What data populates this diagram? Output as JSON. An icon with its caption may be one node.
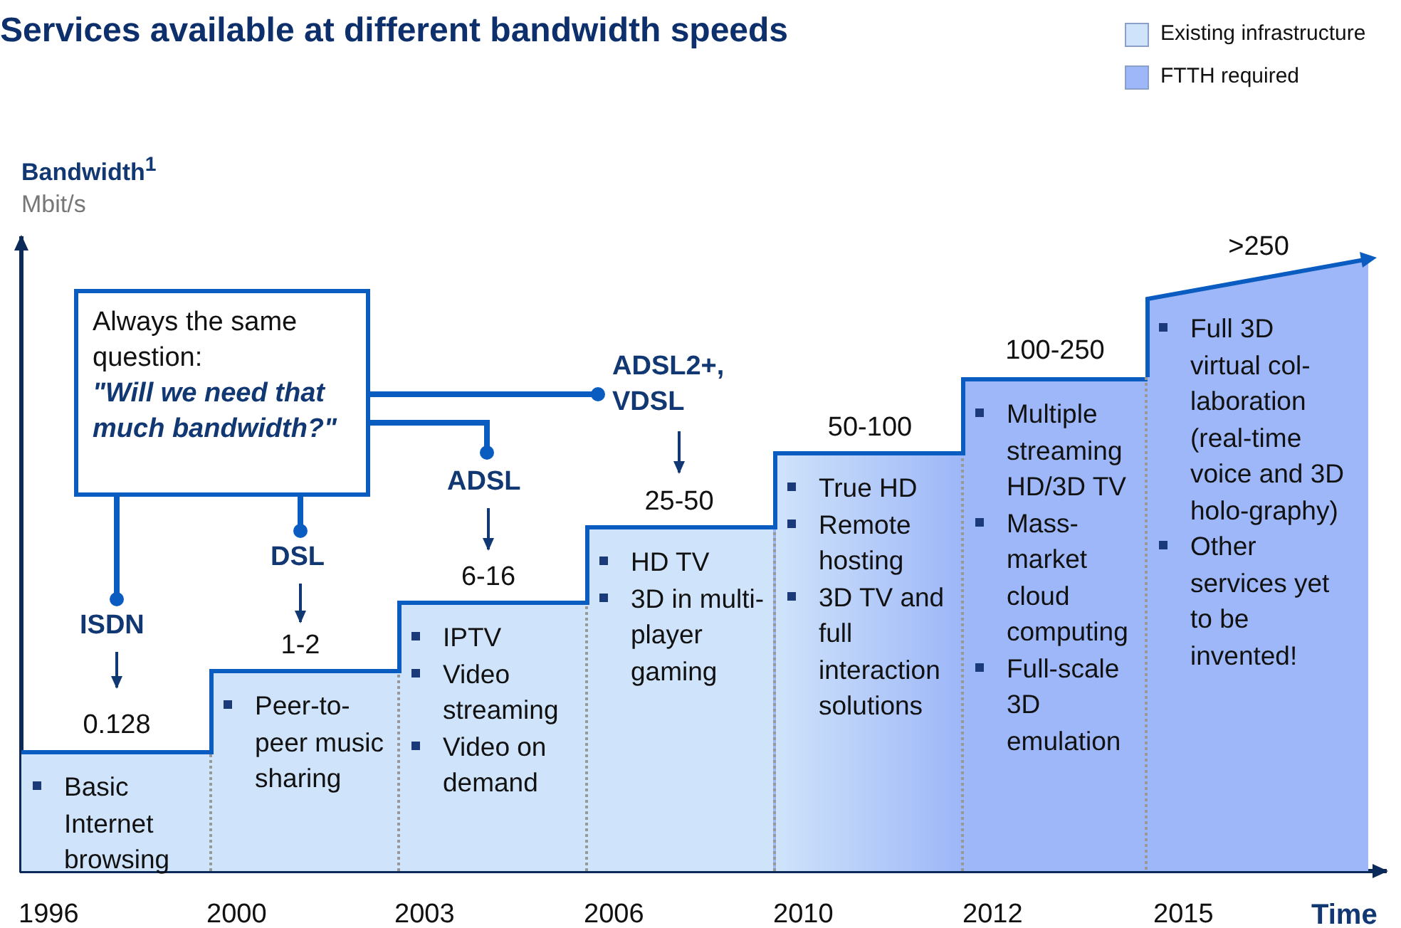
{
  "diagram": {
    "title": "Services available at different bandwidth speeds",
    "nodes": [
      {
        "text": [
          "Always the same question:",
          "\"Will we need that much bandwidth?\""
        ]
      },
      {
        "text": [
          "ISDN"
        ]
      },
      {
        "text": [
          "DSL"
        ]
      },
      {
        "text": [
          "ADSL"
        ]
      },
      {
        "text": [
          "ADSL2+, VDSL"
        ]
      },
      {
        "text": [
          "0.128"
        ]
      },
      {
        "text": [
          "1-2"
        ]
      },
      {
        "text": [
          "6-16"
        ]
      },
      {
        "text": [
          "25-50"
        ]
      },
      {
        "text": [
          "Basic Internet browsing"
        ]
      },
      {
        "text": [
          "Peer-to-peer music sharing"
        ]
      },
      {
        "text": [
          "IPTV",
          "Video streaming",
          "Video on demand"
        ]
      },
      {
        "text": [
          "HD TV",
          "3D in multi-player gaming"
        ]
      },
      {
        "text": [
          "True HD",
          "Remote hosting",
          "3D TV and full interaction solutions"
        ],
        "beside": [
          "50-100"
        ]
      },
      {
        "text": [
          "Multiple streaming HD/3D TV",
          "Mass-market cloud computing",
          "Full-scale 3D emulation"
        ],
        "beside": [
          "100-250"
        ]
      },
      {
        "text": [
          "Full 3D virtual col-laboration (real-time voice and 3D holo-graphy)",
          "Other services yet to be invented!"
        ],
        "beside": [
          ">250"
        ]
      }
    ],
    "edges": [
      {
        "from": 0,
        "to": 1,
        "arrow": "other",
        "style": "thick"
      },
      {
        "from": 0,
        "to": 2,
        "arrow": "other",
        "style": "thick"
      },
      {
        "from": 0,
        "to": 3,
        "arrow": "other",
        "style": "thick"
      },
      {
        "from": 0,
        "to": 4,
        "arrow": "other",
        "style": "thick"
      },
      {
        "from": 1,
        "to": 5,
        "arrow": "to"
      },
      {
        "from": 2,
        "to": 6,
        "arrow": "to"
      },
      {
        "from": 3,
        "to": 7,
        "arrow": "to"
      },
      {
        "from": 4,
        "to": 8,
        "arrow": "to"
      }
    ],
    "labels": [
      "Bandwidth$^{1}$",
      "Mbit/s",
      "1996",
      "2000",
      "2003",
      "2006",
      "2010",
      "2012",
      "2015",
      "Time"
    ],
    "legend": [
      {
        "text": "Existing infrastructure",
        "color": "#cfe3fa"
      },
      {
        "text": "FTTH required",
        "color": "#9db7f8"
      }
    ]
  }
}
